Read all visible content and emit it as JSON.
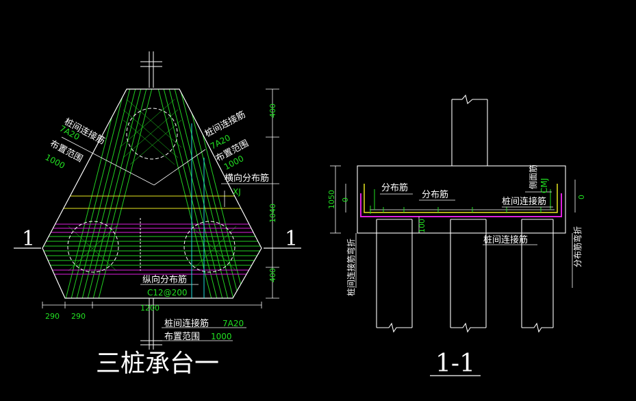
{
  "plan": {
    "title": "三桩承台一",
    "section_mark": "1",
    "labels": {
      "left_conn": "桩间连接筋",
      "left_conn_spec": "7A20",
      "left_range": "布置范围",
      "left_range_val": "1000",
      "right_conn": "桩间连接筋",
      "right_conn_spec": "7A20",
      "right_range": "布置范围",
      "right_range_val": "1000",
      "transverse": "横向分布筋",
      "transverse_spec": "XJ",
      "longitudinal": "纵向分布筋",
      "longitudinal_spec": "C12@200",
      "bottom_conn": "桩间连接筋",
      "bottom_conn_spec": "7A20",
      "bottom_range": "布置范围",
      "bottom_range_val": "1000"
    },
    "dims": {
      "v_top": "400",
      "v_mid": "1040",
      "v_bot": "400",
      "h_left1": "290",
      "h_left2": "290",
      "h_total": "1200"
    }
  },
  "section": {
    "title": "1-1",
    "labels": {
      "dist": "分布筋",
      "dist2": "分布筋",
      "conn_top": "桩间连接筋",
      "conn_bottom": "桩间连接筋",
      "side_face": "侧面筋",
      "side_spec": "CMJ",
      "left_bend": "桩间连接筋弯折",
      "right_bend": "分布筋弯折"
    },
    "dims": {
      "height": "1050",
      "zero_left": "0",
      "zero_right": "0",
      "cover": "100"
    }
  }
}
